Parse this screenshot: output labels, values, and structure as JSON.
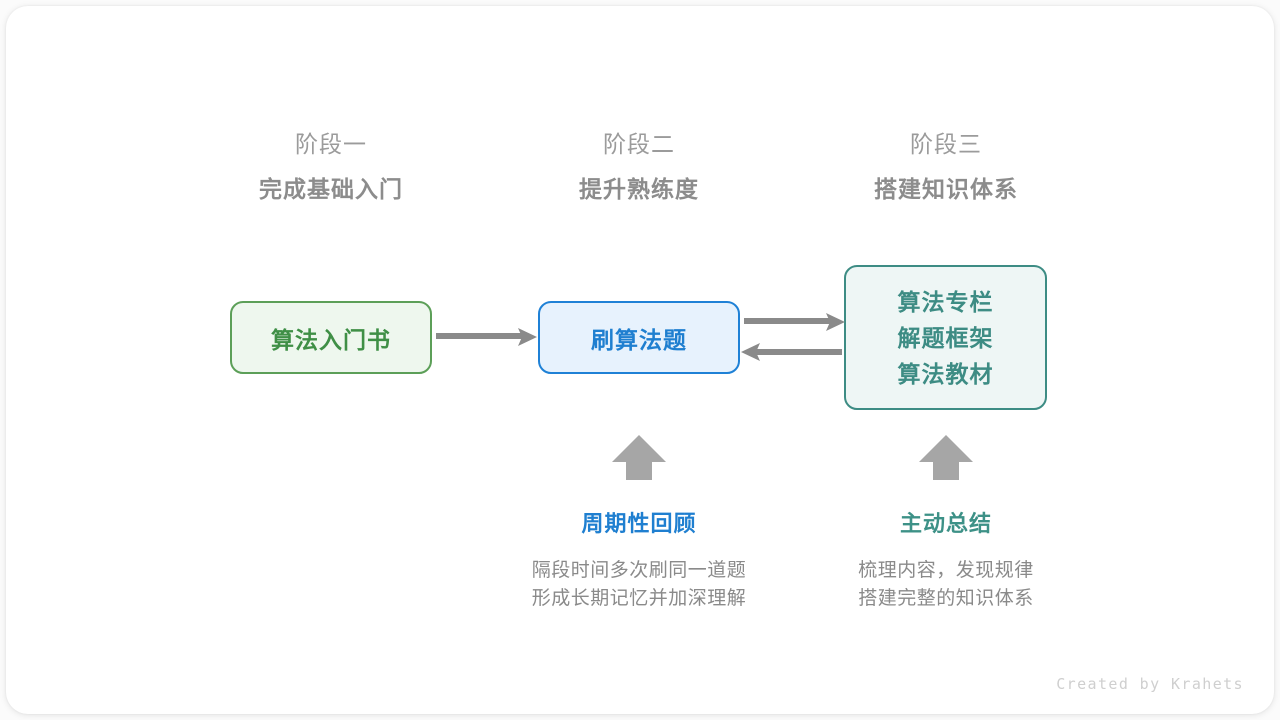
{
  "stages": [
    {
      "index": "阶段一",
      "title": "完成基础入门"
    },
    {
      "index": "阶段二",
      "title": "提升熟练度"
    },
    {
      "index": "阶段三",
      "title": "搭建知识体系"
    }
  ],
  "nodes": {
    "book": {
      "label": "算法入门书",
      "border": "#5c9f58",
      "fill": "#eef7ee",
      "text": "#3f8f46"
    },
    "practice": {
      "label": "刷算法题",
      "border": "#1f81d6",
      "fill": "#e7f2fd",
      "text": "#1f7fd0"
    },
    "resources": {
      "lines": [
        "算法专栏",
        "解题框架",
        "算法教材"
      ],
      "border": "#3d8c84",
      "fill": "#eef6f5",
      "text": "#3d8c84"
    }
  },
  "annotations": [
    {
      "title": "周期性回顾",
      "color": "#1f7fd0",
      "desc": [
        "隔段时间多次刷同一道题",
        "形成长期记忆并加深理解"
      ]
    },
    {
      "title": "主动总结",
      "color": "#3d9187",
      "desc": [
        "梳理内容，发现规律",
        "搭建完整的知识体系"
      ]
    }
  ],
  "arrows": {
    "color": "#8a8a8a",
    "items": [
      {
        "name": "arrow-book-to-practice",
        "direction": "right"
      },
      {
        "name": "arrow-practice-to-resources",
        "direction": "right"
      },
      {
        "name": "arrow-resources-to-practice",
        "direction": "left"
      },
      {
        "name": "arrow-up-review",
        "direction": "up"
      },
      {
        "name": "arrow-up-summary",
        "direction": "up"
      }
    ]
  },
  "watermark": "Created by Krahets"
}
